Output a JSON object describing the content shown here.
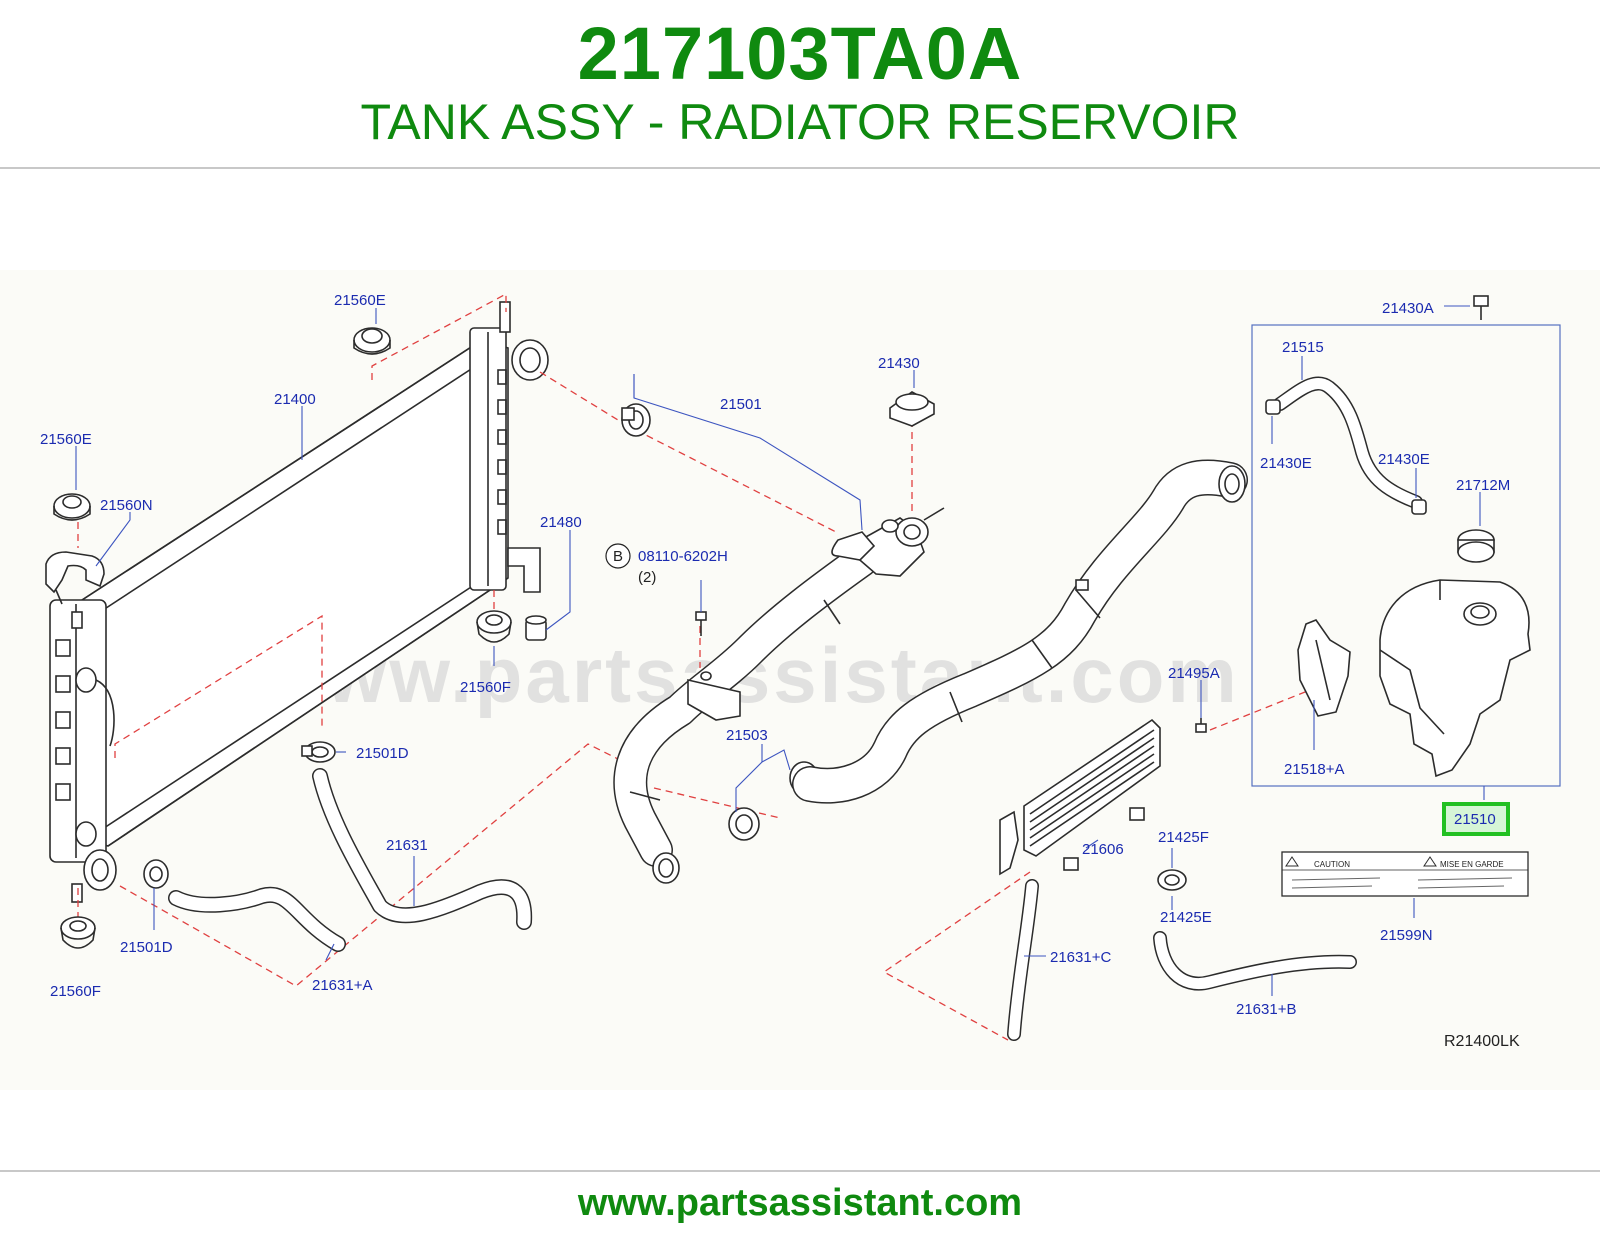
{
  "header": {
    "part_number": "217103TA0A",
    "part_name": "TANK ASSY - RADIATOR RESERVOIR"
  },
  "watermark": "www.partsassistant.com",
  "diagram": {
    "code": "R21400LK",
    "highlighted_callout": "21510",
    "callouts": {
      "c21560E_top": "21560E",
      "c21400": "21400",
      "c21560E_left": "21560E",
      "c21560N": "21560N",
      "c21480": "21480",
      "c21560F_mid": "21560F",
      "c21501": "21501",
      "c21430": "21430",
      "c08110": "08110-6202H",
      "c08110_qty": "(2)",
      "c21503": "21503",
      "c21501D_mid": "21501D",
      "c21631": "21631",
      "c21501D_low": "21501D",
      "c21631A": "21631+A",
      "c21560F_low": "21560F",
      "c21430A": "21430A",
      "c21515": "21515",
      "c21430E_left": "21430E",
      "c21430E_right": "21430E",
      "c21712M": "21712M",
      "c21495A": "21495A",
      "c21518A": "21518+A",
      "c21510": "21510",
      "c21606": "21606",
      "c21425F": "21425F",
      "c21425E": "21425E",
      "c21599N": "21599N",
      "c21631C": "21631+C",
      "c21631B": "21631+B"
    },
    "bolt_marker": "B",
    "caution_label": {
      "left": "CAUTION",
      "right": "MISE   EN   GARDE"
    }
  },
  "footer": {
    "url": "www.partsassistant.com"
  },
  "colors": {
    "brand_green": "#0f8a0f",
    "callout_blue": "#1b2bb0",
    "highlight_green": "#22c022",
    "dashed_red": "#e04040"
  }
}
